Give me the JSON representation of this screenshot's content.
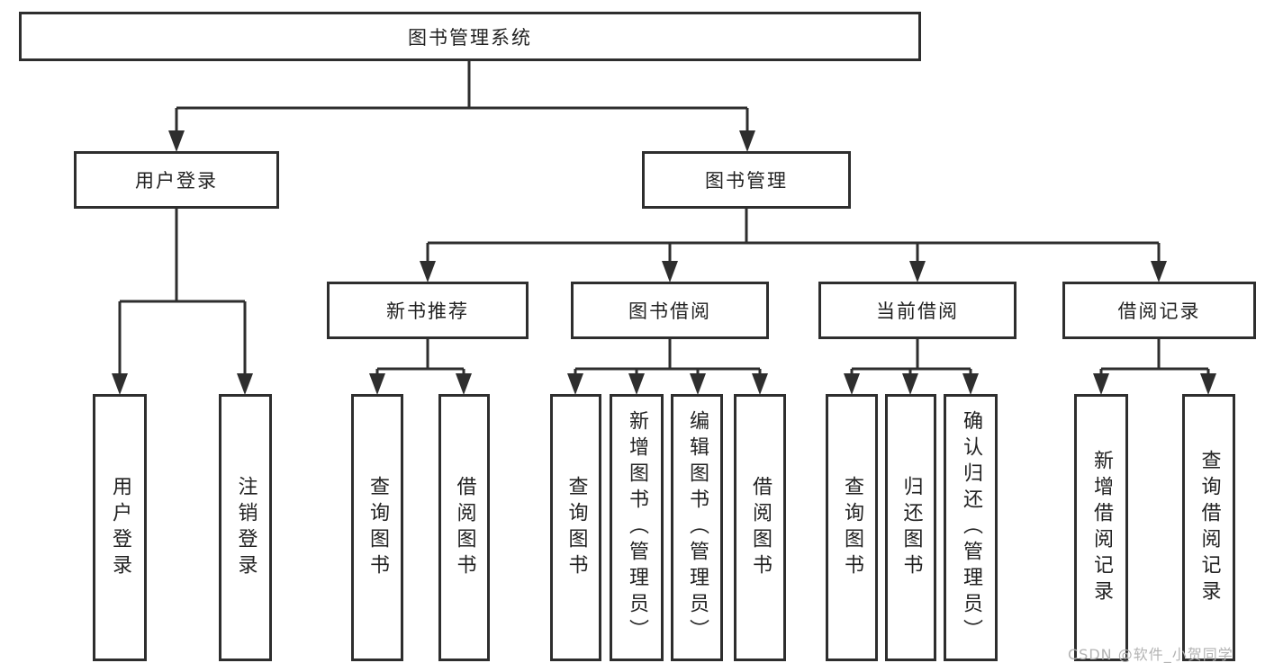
{
  "diagram_type": "hierarchy-tree",
  "colors": {
    "line": "#2e2e2e",
    "box_border": "#2e2e2e",
    "text": "#222222",
    "background": "#ffffff",
    "watermark": "#b3b3b3"
  },
  "tree": {
    "label": "图书管理系统",
    "children": [
      {
        "label": "用户登录",
        "children": [
          {
            "label": "用户登录"
          },
          {
            "label": "注销登录"
          }
        ]
      },
      {
        "label": "图书管理",
        "children": [
          {
            "label": "新书推荐",
            "children": [
              {
                "label": "查询图书"
              },
              {
                "label": "借阅图书"
              }
            ]
          },
          {
            "label": "图书借阅",
            "children": [
              {
                "label": "查询图书"
              },
              {
                "label": "新增图书（管理员）"
              },
              {
                "label": "编辑图书（管理员）"
              },
              {
                "label": "借阅图书"
              }
            ]
          },
          {
            "label": "当前借阅",
            "children": [
              {
                "label": "查询图书"
              },
              {
                "label": "归还图书"
              },
              {
                "label": "确认归还（管理员）"
              }
            ]
          },
          {
            "label": "借阅记录",
            "children": [
              {
                "label": "新增借阅记录"
              },
              {
                "label": "查询借阅记录"
              }
            ]
          }
        ]
      }
    ]
  },
  "watermark": "CSDN @软件_小贺同学"
}
